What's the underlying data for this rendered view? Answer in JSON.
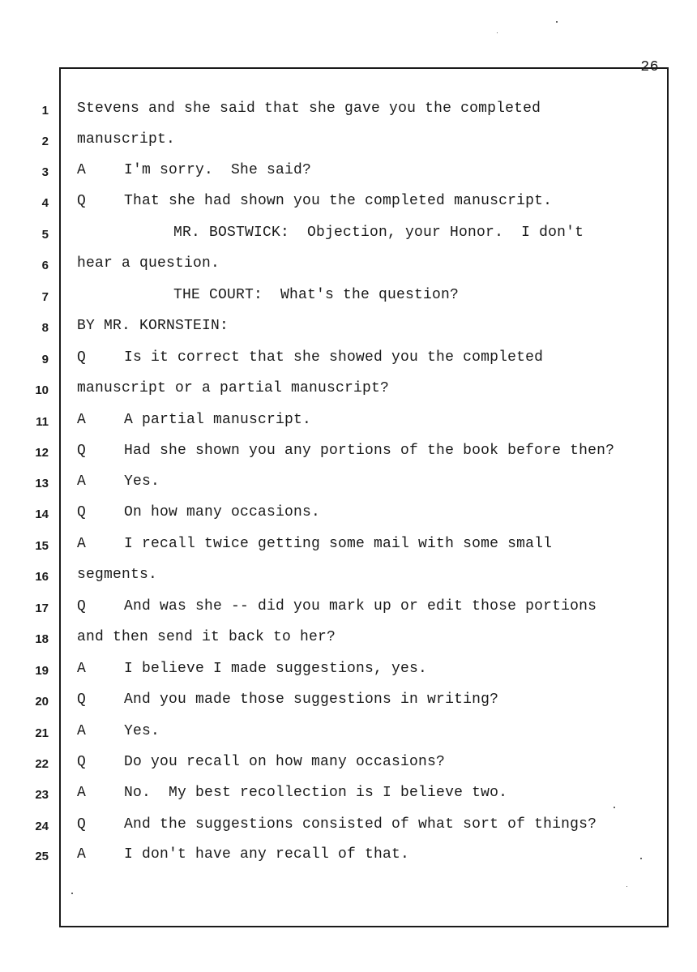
{
  "document": {
    "page_number": "26",
    "lines": [
      {
        "num": "1",
        "speaker": "",
        "style": "continuation",
        "text": "Stevens and she said that she gave you the completed"
      },
      {
        "num": "2",
        "speaker": "",
        "style": "continuation",
        "text": "manuscript."
      },
      {
        "num": "3",
        "speaker": "A",
        "style": "qa",
        "text": "I'm sorry.  She said?"
      },
      {
        "num": "4",
        "speaker": "Q",
        "style": "qa",
        "text": "That she had shown you the completed manuscript."
      },
      {
        "num": "5",
        "speaker": "",
        "style": "colloquy",
        "text": "MR. BOSTWICK:  Objection, your Honor.  I don't"
      },
      {
        "num": "6",
        "speaker": "",
        "style": "continuation",
        "text": "hear a question."
      },
      {
        "num": "7",
        "speaker": "",
        "style": "colloquy",
        "text": "THE COURT:  What's the question?"
      },
      {
        "num": "8",
        "speaker": "",
        "style": "continuation",
        "text": "BY MR. KORNSTEIN:"
      },
      {
        "num": "9",
        "speaker": "Q",
        "style": "qa",
        "text": "Is it correct that she showed you the completed"
      },
      {
        "num": "10",
        "speaker": "",
        "style": "continuation",
        "text": "manuscript or a partial manuscript?"
      },
      {
        "num": "11",
        "speaker": "A",
        "style": "qa",
        "text": "A partial manuscript."
      },
      {
        "num": "12",
        "speaker": "Q",
        "style": "qa",
        "text": "Had she shown you any portions of the book before then?"
      },
      {
        "num": "13",
        "speaker": "A",
        "style": "qa",
        "text": "Yes."
      },
      {
        "num": "14",
        "speaker": "Q",
        "style": "qa",
        "text": "On how many occasions."
      },
      {
        "num": "15",
        "speaker": "A",
        "style": "qa",
        "text": "I recall twice getting some mail with some small"
      },
      {
        "num": "16",
        "speaker": "",
        "style": "continuation",
        "text": "segments."
      },
      {
        "num": "17",
        "speaker": "Q",
        "style": "qa",
        "text": "And was she -- did you mark up or edit those portions"
      },
      {
        "num": "18",
        "speaker": "",
        "style": "continuation",
        "text": "and then send it back to her?"
      },
      {
        "num": "19",
        "speaker": "A",
        "style": "qa",
        "text": "I believe I made suggestions, yes."
      },
      {
        "num": "20",
        "speaker": "Q",
        "style": "qa",
        "text": "And you made those suggestions in writing?"
      },
      {
        "num": "21",
        "speaker": "A",
        "style": "qa",
        "text": "Yes."
      },
      {
        "num": "22",
        "speaker": "Q",
        "style": "qa",
        "text": "Do you recall on how many occasions?"
      },
      {
        "num": "23",
        "speaker": "A",
        "style": "qa",
        "text": "No.  My best recollection is I believe two."
      },
      {
        "num": "24",
        "speaker": "Q",
        "style": "qa",
        "text": "And the suggestions consisted of what sort of things?"
      },
      {
        "num": "25",
        "speaker": "A",
        "style": "qa",
        "text": "I don't have any recall of that."
      }
    ]
  }
}
